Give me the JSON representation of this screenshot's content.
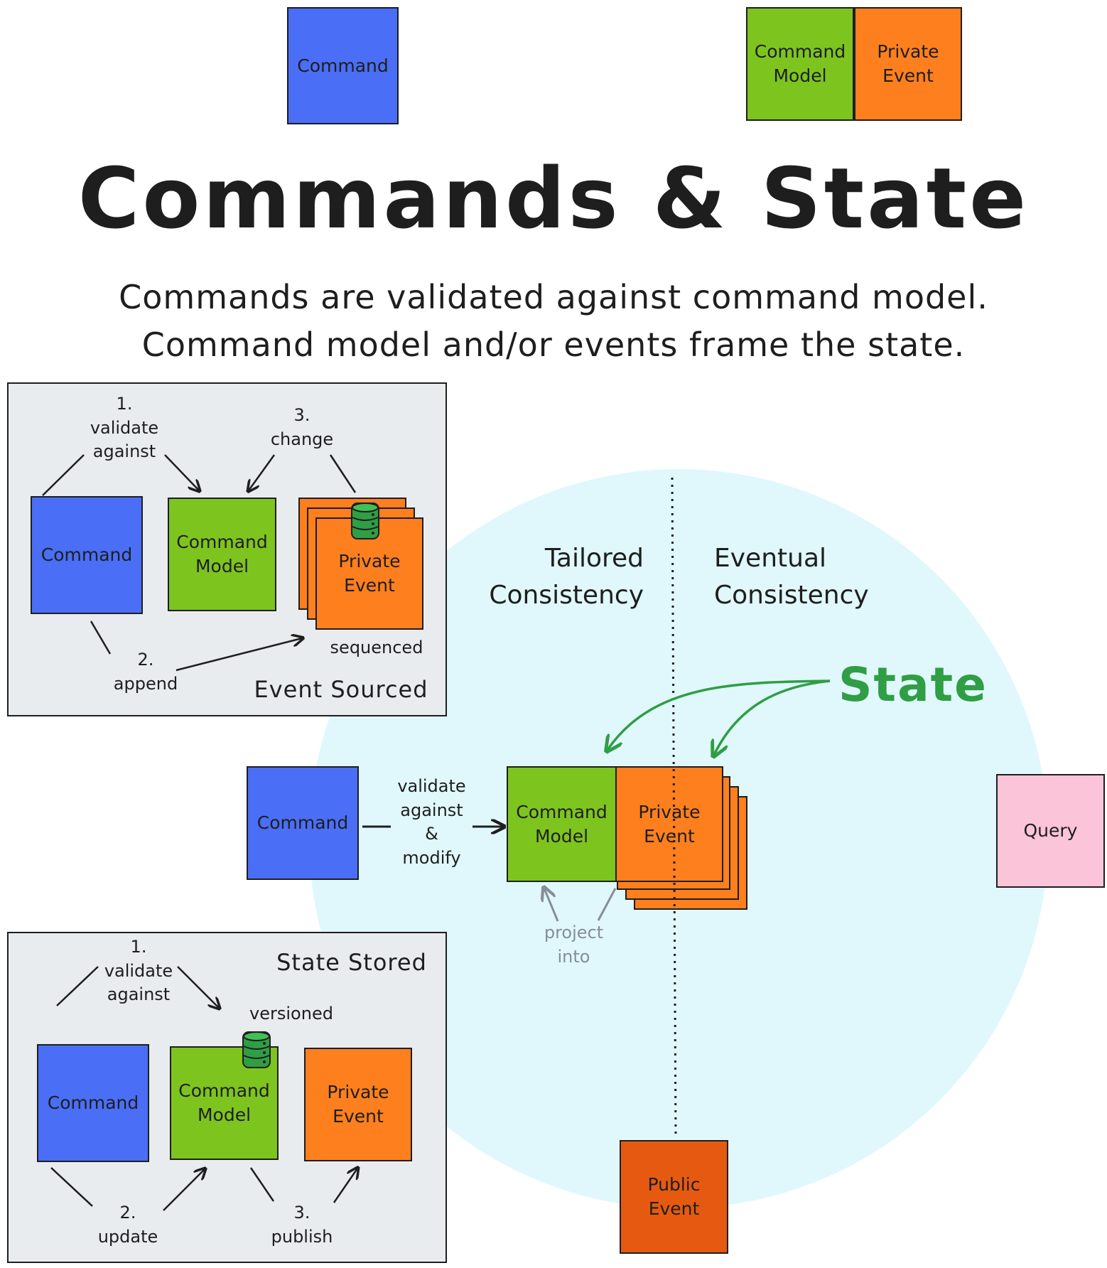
{
  "legend": {
    "command": "Command",
    "command_model": "Command\nModel",
    "private_event": "Private\nEvent"
  },
  "title": "Commands & State",
  "subtitle": "Commands are validated against command model.\nCommand model and/or events frame the state.",
  "event_sourced": {
    "title": "Event Sourced",
    "command": "Command",
    "command_model": "Command\nModel",
    "private_event": "Private\nEvent",
    "step1": "1.\nvalidate\nagainst",
    "step2": "2.\nappend",
    "step3": "3.\nchange",
    "sequenced": "sequenced"
  },
  "state_stored": {
    "title": "State Stored",
    "command": "Command",
    "command_model": "Command\nModel",
    "private_event": "Private\nEvent",
    "step1": "1.\nvalidate\nagainst",
    "step2": "2.\nupdate",
    "step3": "3.\npublish",
    "versioned": "versioned"
  },
  "main": {
    "tailored": "Tailored\nConsistency",
    "eventual": "Eventual\nConsistency",
    "state": "State",
    "command": "Command",
    "validate": "validate\nagainst\n&\nmodify",
    "command_model": "Command\nModel",
    "private_event": "Private\nEvent",
    "project": "project\ninto",
    "query": "Query",
    "public_event": "Public\nEvent"
  },
  "colors": {
    "command": "#4a6ef5",
    "command_model": "#7ec41f",
    "private_event": "#fd7f1e",
    "public_event": "#e55a10",
    "query": "#fbc4d9",
    "circle": "#e0f8fc",
    "state": "#2f9e44",
    "panel": "#e9ecef"
  },
  "icons": [
    "database-icon"
  ]
}
